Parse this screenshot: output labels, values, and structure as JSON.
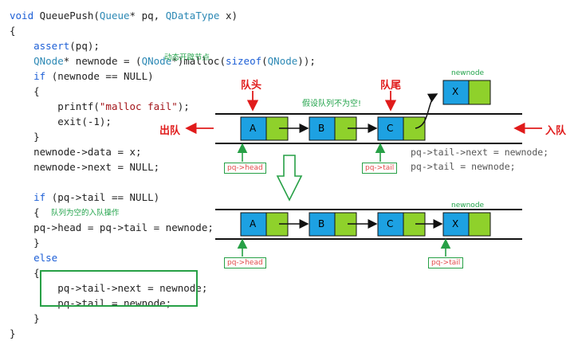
{
  "code": {
    "l1_kw": "void",
    "l1_fn": " QueuePush(",
    "l1_t1": "Queue",
    "l1_rest1": "* pq, ",
    "l1_t2": "QDataType",
    "l1_rest2": " x)",
    "l2": "{",
    "l3_fn": "assert",
    "l3_rest": "(pq);",
    "l4_t": "QNode",
    "l4_a": "* newnode = (",
    "l4_t2": "QNode",
    "l4_b": "*)malloc(",
    "l4_kw": "sizeof",
    "l4_c": "(",
    "l4_t3": "QNode",
    "l4_d": "));",
    "l5_kw": "if",
    "l5_rest": " (newnode == NULL)",
    "l6": "{",
    "l7_a": "printf(",
    "l7_str": "\"malloc fail\"",
    "l7_b": ");",
    "l8": "exit(-1);",
    "l9": "}",
    "l10": "newnode->data = x;",
    "l11": "newnode->next = NULL;",
    "l12_kw": "if",
    "l12_rest": " (pq->tail == NULL)",
    "l13": "{",
    "l14": "pq->head = pq->tail = newnode;",
    "l15": "}",
    "l16_kw": "else",
    "l17": "{",
    "l18": "pq->tail->next = newnode;",
    "l19": "pq->tail = newnode;",
    "l20": "}",
    "l21": "}"
  },
  "comments": {
    "malloc_comment": "动态开辟节点",
    "empty_comment": "队列为空的入队操作"
  },
  "diagram": {
    "head_label": "队头",
    "tail_label": "队尾",
    "assume": "假设队列不为空!",
    "dequeue": "出队",
    "enqueue": "入队",
    "newnode_top": "newnode",
    "newnode_bottom": "newnode",
    "node_x": "X",
    "top_nodes": [
      "A",
      "B",
      "C"
    ],
    "bottom_nodes": [
      "A",
      "B",
      "C",
      "X"
    ],
    "ptr_head_top": "pq->head",
    "ptr_tail_top": "pq->tail",
    "ptr_head_bottom": "pq->head",
    "ptr_tail_bottom": "pq->tail",
    "stmt1": "pq->tail->next = newnode;",
    "stmt2": "pq->tail = newnode;",
    "node_color_data": "#1da1e2",
    "node_color_next": "#8fd12b"
  }
}
